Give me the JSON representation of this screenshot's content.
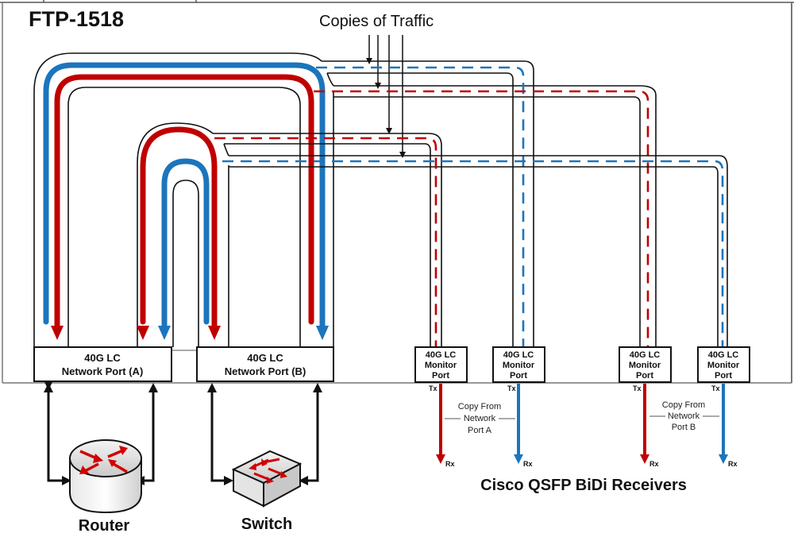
{
  "title": "FTP-1518",
  "annotation": "Copies of Traffic",
  "network_ports": [
    {
      "line1": "40G LC",
      "line2": "Network Port (A)"
    },
    {
      "line1": "40G LC",
      "line2": "Network Port (B)"
    }
  ],
  "monitor_ports": [
    {
      "line1": "40G LC",
      "line2": "Monitor",
      "line3": "Port",
      "tx": "Tx",
      "rx": "Rx",
      "color": "#c00000"
    },
    {
      "line1": "40G LC",
      "line2": "Monitor",
      "line3": "Port",
      "tx": "Tx",
      "rx": "Rx",
      "color": "#1c75bc"
    },
    {
      "line1": "40G LC",
      "line2": "Monitor",
      "line3": "Port",
      "tx": "Tx",
      "rx": "Rx",
      "color": "#c00000"
    },
    {
      "line1": "40G LC",
      "line2": "Monitor",
      "line3": "Port",
      "tx": "Tx",
      "rx": "Rx",
      "color": "#1c75bc"
    }
  ],
  "copy_labels": [
    {
      "line1": "Copy From",
      "line2": "Network",
      "line3": "Port A"
    },
    {
      "line1": "Copy From",
      "line2": "Network",
      "line3": "Port B"
    }
  ],
  "devices": {
    "router": "Router",
    "switch": "Switch"
  },
  "receivers_label": "Cisco QSFP BiDi Receivers",
  "colors": {
    "red_traffic": "#c00000",
    "blue_traffic": "#1c75bc",
    "device_arrow": "#e00000"
  }
}
